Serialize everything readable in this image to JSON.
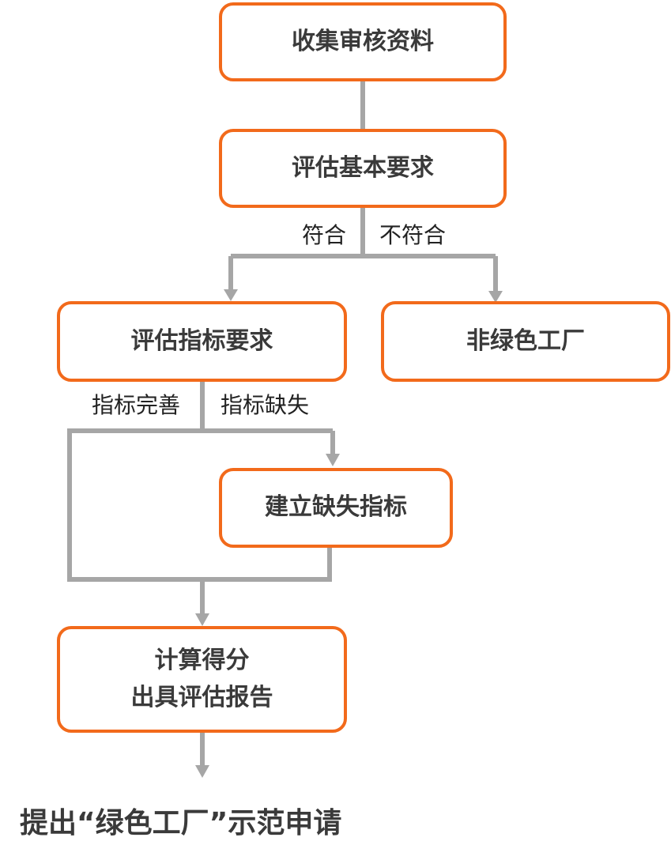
{
  "colors": {
    "box_border": "#f26a1b",
    "connector": "#a6a6a6",
    "box_text": "#3a3a3a",
    "label_text": "#222222"
  },
  "nodes": {
    "collect": {
      "text": "收集审核资料"
    },
    "basic": {
      "text": "评估基本要求"
    },
    "indicator": {
      "text": "评估指标要求"
    },
    "non_green": {
      "text": "非绿色工厂"
    },
    "build_missing": {
      "text": "建立缺失指标"
    },
    "calc": {
      "line1": "计算得分",
      "line2": "出具评估报告"
    }
  },
  "edge_labels": {
    "conform": "符合",
    "not_conform": "不符合",
    "indicator_complete": "指标完善",
    "indicator_missing": "指标缺失"
  },
  "final_text": "提出“绿色工厂”示范申请"
}
